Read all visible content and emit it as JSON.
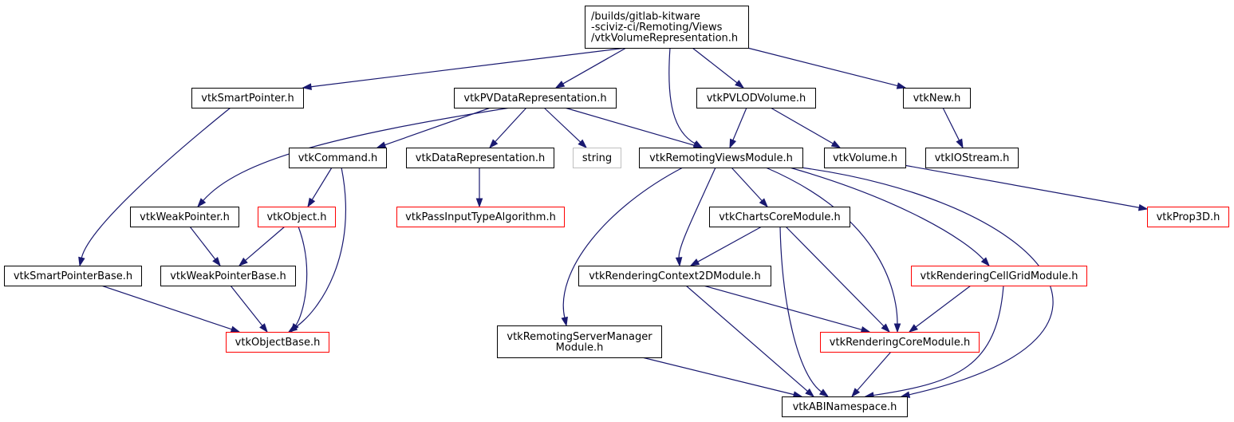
{
  "colors": {
    "edge": "#191970",
    "border_normal": "#000000",
    "border_truncated": "#ff0000",
    "border_external": "#bfbfbf",
    "root_fill": "#bfbfbf",
    "node_fill": "#ffffff"
  },
  "nodes": {
    "root": {
      "lines": [
        "/builds/gitlab-kitware",
        "-sciviz-ci/Remoting/Views",
        "/vtkVolumeRepresentation.h"
      ],
      "kind": "root"
    },
    "smartptr": {
      "lines": [
        "vtkSmartPointer.h"
      ],
      "kind": "normal"
    },
    "pvdatarep": {
      "lines": [
        "vtkPVDataRepresentation.h"
      ],
      "kind": "normal"
    },
    "pvlodvol": {
      "lines": [
        "vtkPVLODVolume.h"
      ],
      "kind": "normal"
    },
    "vtknew": {
      "lines": [
        "vtkNew.h"
      ],
      "kind": "normal"
    },
    "command": {
      "lines": [
        "vtkCommand.h"
      ],
      "kind": "normal"
    },
    "datarep": {
      "lines": [
        "vtkDataRepresentation.h"
      ],
      "kind": "normal"
    },
    "string": {
      "lines": [
        "string"
      ],
      "kind": "external"
    },
    "remviews": {
      "lines": [
        "vtkRemotingViewsModule.h"
      ],
      "kind": "normal"
    },
    "volume": {
      "lines": [
        "vtkVolume.h"
      ],
      "kind": "normal"
    },
    "iostream": {
      "lines": [
        "vtkIOStream.h"
      ],
      "kind": "normal"
    },
    "weakptr": {
      "lines": [
        "vtkWeakPointer.h"
      ],
      "kind": "normal"
    },
    "object": {
      "lines": [
        "vtkObject.h"
      ],
      "kind": "truncated"
    },
    "passinput": {
      "lines": [
        "vtkPassInputTypeAlgorithm.h"
      ],
      "kind": "truncated"
    },
    "chartscore": {
      "lines": [
        "vtkChartsCoreModule.h"
      ],
      "kind": "normal"
    },
    "prop3d": {
      "lines": [
        "vtkProp3D.h"
      ],
      "kind": "truncated"
    },
    "smartptrbase": {
      "lines": [
        "vtkSmartPointerBase.h"
      ],
      "kind": "normal"
    },
    "weakptrbase": {
      "lines": [
        "vtkWeakPointerBase.h"
      ],
      "kind": "normal"
    },
    "ctx2d": {
      "lines": [
        "vtkRenderingContext2DModule.h"
      ],
      "kind": "normal"
    },
    "cellgrid": {
      "lines": [
        "vtkRenderingCellGridModule.h"
      ],
      "kind": "truncated"
    },
    "servermgr": {
      "lines": [
        "vtkRemotingServerManager",
        "Module.h"
      ],
      "kind": "normal"
    },
    "objectbase": {
      "lines": [
        "vtkObjectBase.h"
      ],
      "kind": "truncated"
    },
    "rendcore": {
      "lines": [
        "vtkRenderingCoreModule.h"
      ],
      "kind": "truncated"
    },
    "abins": {
      "lines": [
        "vtkABINamespace.h"
      ],
      "kind": "normal"
    }
  },
  "edges": [
    [
      "root",
      "smartptr"
    ],
    [
      "root",
      "pvdatarep"
    ],
    [
      "root",
      "remviews"
    ],
    [
      "root",
      "pvlodvol"
    ],
    [
      "root",
      "vtknew"
    ],
    [
      "smartptr",
      "smartptrbase"
    ],
    [
      "pvdatarep",
      "weakptr"
    ],
    [
      "pvdatarep",
      "command"
    ],
    [
      "pvdatarep",
      "datarep"
    ],
    [
      "pvdatarep",
      "string"
    ],
    [
      "pvdatarep",
      "remviews"
    ],
    [
      "pvlodvol",
      "remviews"
    ],
    [
      "pvlodvol",
      "volume"
    ],
    [
      "vtknew",
      "iostream"
    ],
    [
      "command",
      "object"
    ],
    [
      "command",
      "objectbase"
    ],
    [
      "datarep",
      "passinput"
    ],
    [
      "remviews",
      "servermgr"
    ],
    [
      "remviews",
      "ctx2d"
    ],
    [
      "remviews",
      "chartscore"
    ],
    [
      "remviews",
      "rendcore"
    ],
    [
      "remviews",
      "cellgrid"
    ],
    [
      "remviews",
      "abins"
    ],
    [
      "volume",
      "prop3d"
    ],
    [
      "weakptr",
      "weakptrbase"
    ],
    [
      "object",
      "weakptrbase"
    ],
    [
      "object",
      "objectbase"
    ],
    [
      "chartscore",
      "ctx2d"
    ],
    [
      "chartscore",
      "rendcore"
    ],
    [
      "chartscore",
      "abins"
    ],
    [
      "smartptrbase",
      "objectbase"
    ],
    [
      "weakptrbase",
      "objectbase"
    ],
    [
      "ctx2d",
      "rendcore"
    ],
    [
      "ctx2d",
      "abins"
    ],
    [
      "cellgrid",
      "rendcore"
    ],
    [
      "cellgrid",
      "abins"
    ],
    [
      "servermgr",
      "abins"
    ],
    [
      "rendcore",
      "abins"
    ]
  ]
}
